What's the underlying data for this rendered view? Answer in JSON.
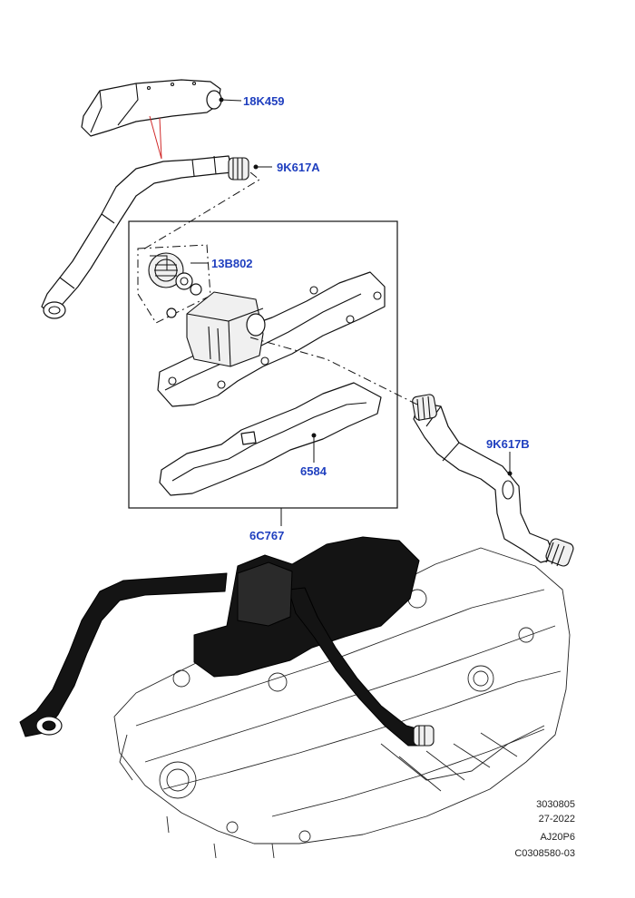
{
  "callouts": {
    "c18K459": "18K459",
    "c9K617A": "9K617A",
    "c13B802": "13B802",
    "c9K617B": "9K617B",
    "c6584": "6584",
    "c6C767": "6C767"
  },
  "reference": {
    "line1": "3030805",
    "line2": "27-2022",
    "line3": "AJ20P6",
    "line4": "C0308580-03"
  },
  "colors": {
    "callout_text": "#1f3fbf",
    "highlight_lines": "#d12a2a",
    "highlighted_part": "#141414"
  }
}
